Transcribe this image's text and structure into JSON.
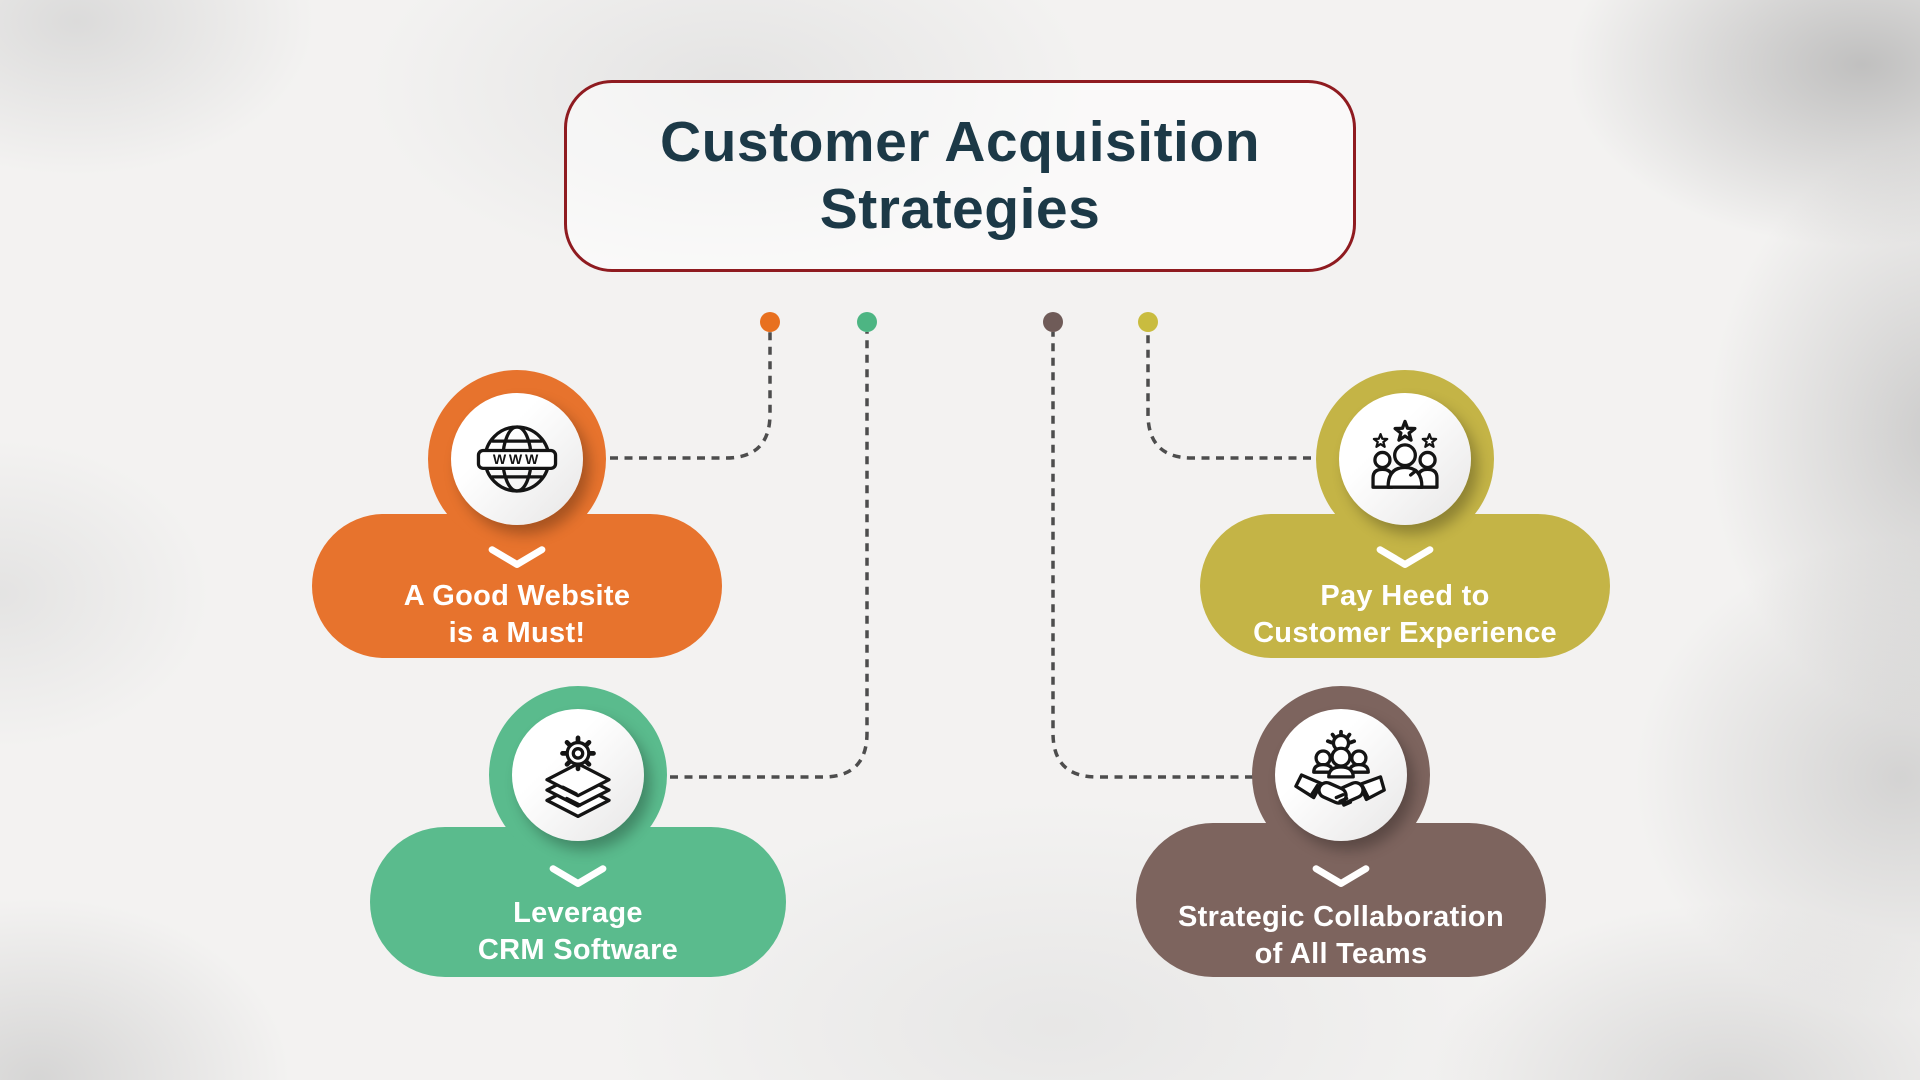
{
  "title": {
    "line1": "Customer Acquisition",
    "line2": "Strategies",
    "text_color": "#1C3947",
    "border_color": "#8F1B20"
  },
  "connector_color": "#4D4D4D",
  "cards": [
    {
      "label_line1": "A Good Website",
      "label_line2": "is a Must!",
      "color": "#E7732D",
      "dot_color": "#E8701F",
      "icon": "www-globe-icon",
      "icon_text": "WWW"
    },
    {
      "label_line1": "Leverage",
      "label_line2": "CRM Software",
      "color": "#5ABB8D",
      "dot_color": "#4DB583",
      "icon": "crm-layers-gear-icon"
    },
    {
      "label_line1": "Pay Heed to",
      "label_line2": "Customer Experience",
      "color": "#C4B446",
      "dot_color": "#C9BC3F",
      "icon": "customer-experience-stars-icon"
    },
    {
      "label_line1": "Strategic Collaboration",
      "label_line2": "of All Teams",
      "color": "#7D645E",
      "dot_color": "#6F5B58",
      "icon": "teams-handshake-icon"
    }
  ]
}
